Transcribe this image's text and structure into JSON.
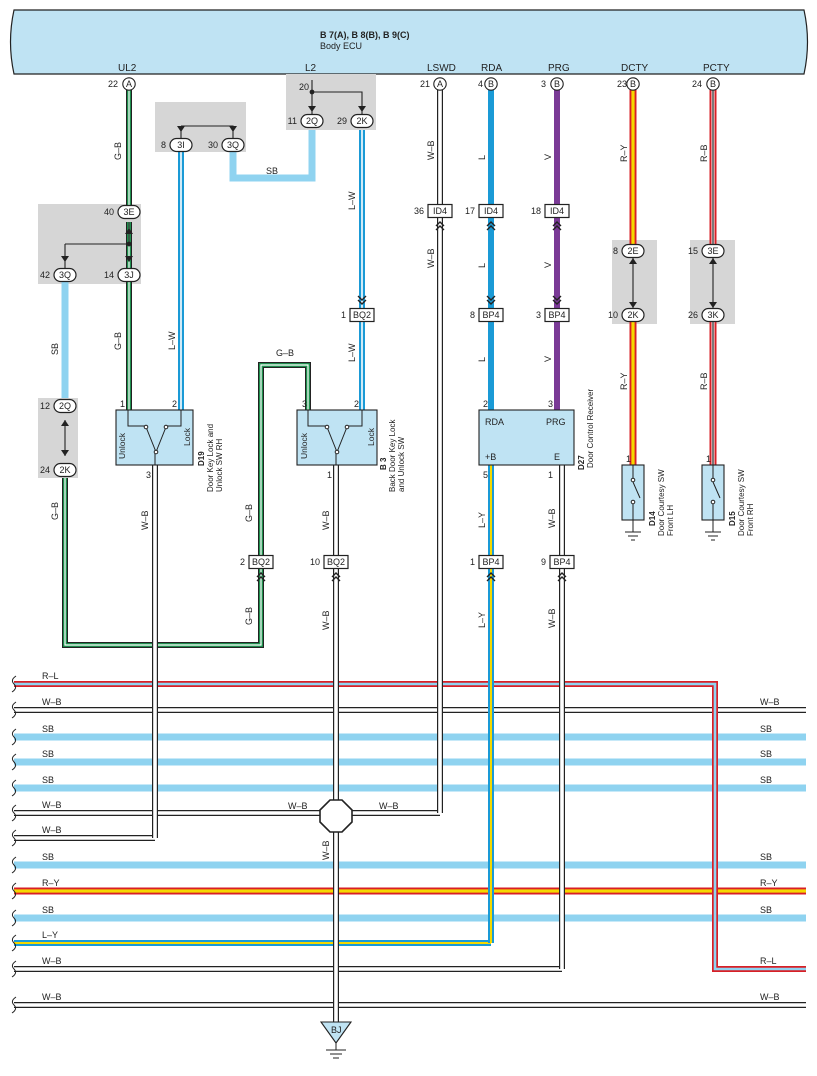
{
  "ecu": {
    "title": "B 7(A), B 8(B), B 9(C)",
    "name": "Body ECU"
  },
  "signals": [
    "UL2",
    "L2",
    "LSWD",
    "RDA",
    "PRG",
    "DCTY",
    "PCTY"
  ],
  "ecu_pins": [
    {
      "num": "22",
      "conn": "A"
    },
    {
      "num": "20",
      "conn": ""
    },
    {
      "num": "21",
      "conn": "A"
    },
    {
      "num": "4",
      "conn": "B"
    },
    {
      "num": "3",
      "conn": "B"
    },
    {
      "num": "23",
      "conn": "B"
    },
    {
      "num": "24",
      "conn": "B"
    }
  ],
  "ovals": [
    {
      "num": "11",
      "id": "2Q"
    },
    {
      "num": "29",
      "id": "2K"
    },
    {
      "num": "8",
      "id": "3I"
    },
    {
      "num": "30",
      "id": "3Q"
    },
    {
      "num": "40",
      "id": "3E"
    },
    {
      "num": "42",
      "id": "3Q"
    },
    {
      "num": "14",
      "id": "3J"
    },
    {
      "num": "12",
      "id": "2Q"
    },
    {
      "num": "24",
      "id": "2K"
    },
    {
      "num": "8",
      "id": "2E"
    },
    {
      "num": "10",
      "id": "2K"
    },
    {
      "num": "15",
      "id": "3E"
    },
    {
      "num": "26",
      "id": "3K"
    }
  ],
  "boxes": [
    {
      "num": "36",
      "id": "ID4"
    },
    {
      "num": "17",
      "id": "ID4"
    },
    {
      "num": "18",
      "id": "ID4"
    },
    {
      "num": "1",
      "id": "BQ2"
    },
    {
      "num": "8",
      "id": "BP4"
    },
    {
      "num": "3",
      "id": "BP4"
    },
    {
      "num": "2",
      "id": "BQ2"
    },
    {
      "num": "10",
      "id": "BQ2"
    },
    {
      "num": "1",
      "id": "BP4"
    },
    {
      "num": "9",
      "id": "BP4"
    }
  ],
  "wire_labels": {
    "gb": "G–B",
    "lw": "L–W",
    "sb": "SB",
    "wb": "W–B",
    "l": "L",
    "v": "V",
    "ry": "R–Y",
    "rb": "R–B",
    "ly": "L–Y",
    "rl": "R–L"
  },
  "components": {
    "d19": {
      "code": "D19",
      "desc1": "Door Key Lock and",
      "desc2": "Unlock SW RH",
      "unlock": "Unlock",
      "lock": "Lock",
      "p1": "1",
      "p2": "2",
      "p3": "3"
    },
    "b3": {
      "code": "B 3",
      "desc1": "Back Door Key Lock",
      "desc2": "and Unlock SW",
      "unlock": "Unlock",
      "lock": "Lock",
      "p3": "3",
      "p2": "2",
      "p1": "1"
    },
    "d27": {
      "code": "D27",
      "desc1": "Door Control Receiver",
      "rda": "RDA",
      "prg": "PRG",
      "pb": "+B",
      "e": "E",
      "p2": "2",
      "p3": "3",
      "p5": "5",
      "p1": "1"
    },
    "d14": {
      "code": "D14",
      "desc1": "Door Courtesy SW",
      "desc2": "Front LH",
      "p1": "1"
    },
    "d15": {
      "code": "D15",
      "desc1": "Door Courtesy SW",
      "desc2": "Front RH",
      "p1": "1"
    }
  },
  "ground": {
    "id": "BJ"
  },
  "bus": [
    {
      "left": "R–L",
      "right": ""
    },
    {
      "left": "W–B",
      "right": "W–B"
    },
    {
      "left": "SB",
      "right": "SB"
    },
    {
      "left": "SB",
      "right": "SB"
    },
    {
      "left": "SB",
      "right": "SB"
    },
    {
      "left": "W–B",
      "right": ""
    },
    {
      "left": "W–B",
      "right": ""
    },
    {
      "left": "SB",
      "right": "SB"
    },
    {
      "left": "R–Y",
      "right": "R–Y"
    },
    {
      "left": "SB",
      "right": "SB"
    },
    {
      "left": "L–Y",
      "right": ""
    },
    {
      "left": "W–B",
      "right": "R–L"
    },
    {
      "left": "W–B",
      "right": "W–B"
    }
  ],
  "colors": {
    "ecu_fill": "#bfe3f3",
    "joint_fill": "#d6d6d6",
    "sb": "#8fd3f0",
    "blue": "#1a9ad6",
    "violet": "#7a3a96",
    "green": "#1e9a52",
    "red": "#d81f26",
    "yellow": "#f5d800",
    "gray": "#8a8a8a",
    "dark": "#222222"
  }
}
